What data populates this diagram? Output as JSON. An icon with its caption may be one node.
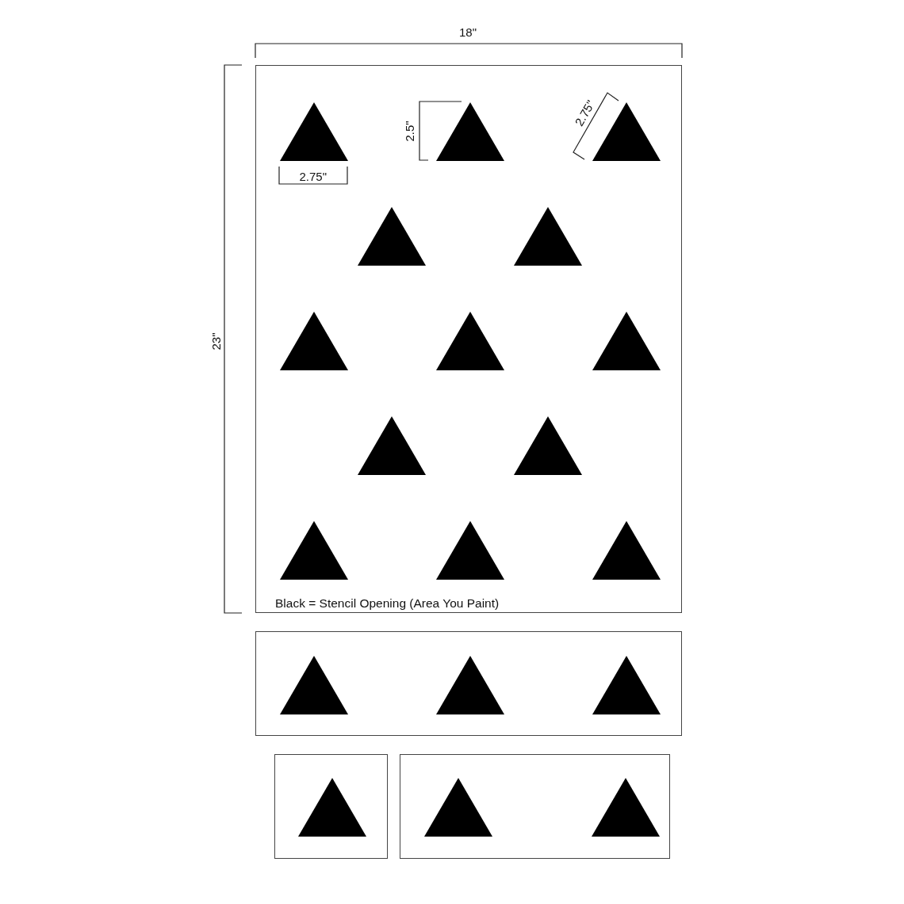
{
  "diagram": {
    "nodes": [
      {
        "text": [
          "Black = Stencil Opening (Area You Paint)"
        ]
      },
      {
        "text": [],
        "shape": "box"
      },
      {
        "text": [],
        "shape": "box"
      },
      {
        "text": [],
        "shape": "box"
      }
    ],
    "labels": [
      "18\"",
      "23\"",
      "2.5\"",
      "2.75\"",
      "2.75\""
    ]
  }
}
